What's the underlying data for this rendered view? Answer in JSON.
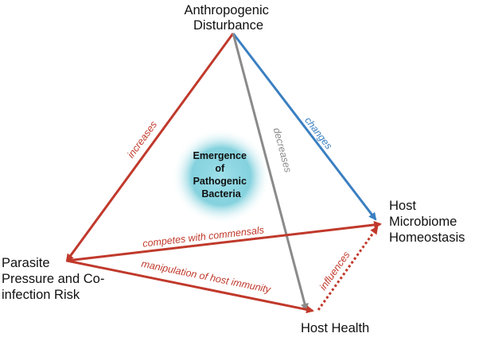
{
  "nodes": {
    "anthropogenic": [
      "Anthropogenic",
      "Disturbance"
    ],
    "microbiome": [
      "Host",
      "Microbiome",
      "Homeostasis"
    ],
    "parasite": [
      "Parasite",
      "Pressure and Co-",
      "infection Risk"
    ],
    "health": [
      "Host Health"
    ]
  },
  "center": [
    "Emergence",
    "of",
    "Pathogenic",
    "Bacteria"
  ],
  "edges": {
    "increases": "increases",
    "changes": "changes",
    "decreases": "decreases",
    "competes": "competes with commensals",
    "manipulation": "manipulation of host immunity",
    "influences": "influences"
  },
  "colors": {
    "red": "#c0392b",
    "blue": "#3a7fc1",
    "gray": "#8a8a8a",
    "center_glow": "#4bb8c8"
  }
}
